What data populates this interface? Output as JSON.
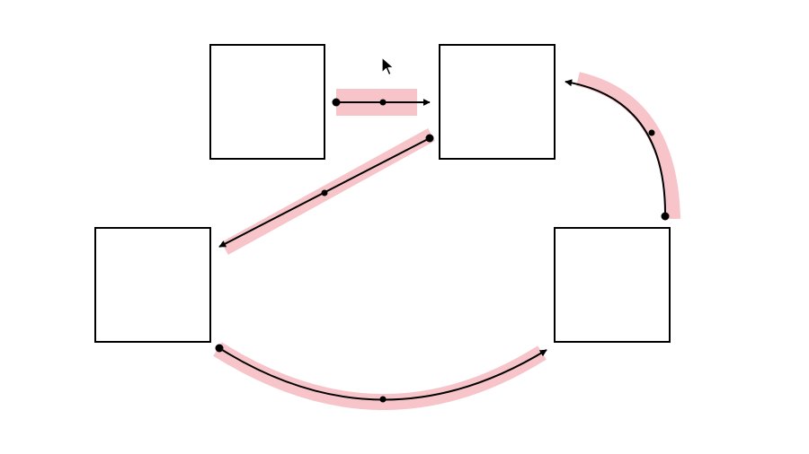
{
  "colors": {
    "background": "#ffffff",
    "node_stroke": "#000000",
    "connector_line": "#000000",
    "selection_highlight": "#f7c5c9",
    "cursor_fill": "#000000",
    "cursor_outline": "#ffffff"
  },
  "diagram": {
    "nodes": [
      {
        "id": "box-top-left",
        "label": ""
      },
      {
        "id": "box-top-right",
        "label": ""
      },
      {
        "id": "box-bottom-left",
        "label": ""
      },
      {
        "id": "box-bottom-right",
        "label": ""
      }
    ],
    "connectors": [
      {
        "id": "connector-top-straight",
        "from": "box-top-left",
        "to": "box-top-right",
        "shape": "straight",
        "selected": true
      },
      {
        "id": "connector-diagonal",
        "from": "box-top-right",
        "to": "box-bottom-left",
        "shape": "straight",
        "selected": true
      },
      {
        "id": "connector-bottom-curve",
        "from": "box-bottom-left",
        "to": "box-bottom-right",
        "shape": "curved",
        "selected": true
      },
      {
        "id": "connector-right-curve",
        "from": "box-bottom-right",
        "to": "box-top-right",
        "shape": "curved",
        "selected": true
      }
    ]
  },
  "cursor": {
    "icon": "mouse-pointer-icon"
  }
}
